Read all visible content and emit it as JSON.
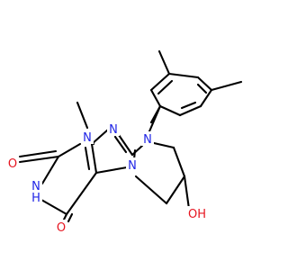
{
  "molecule": {
    "atom_labels": {
      "n1": "N",
      "n3": "N",
      "n7": "N",
      "n9": "N",
      "n10": "N",
      "nh": "NH",
      "nh_h": "H",
      "o2": "O",
      "o6": "O",
      "oh": "OH",
      "oh_o": "O",
      "oh_h": "H"
    }
  },
  "colors": {
    "bond": "#000000",
    "nitrogen": "#1f24e6",
    "oxygen": "#e6141f",
    "background": "#ffffff"
  }
}
